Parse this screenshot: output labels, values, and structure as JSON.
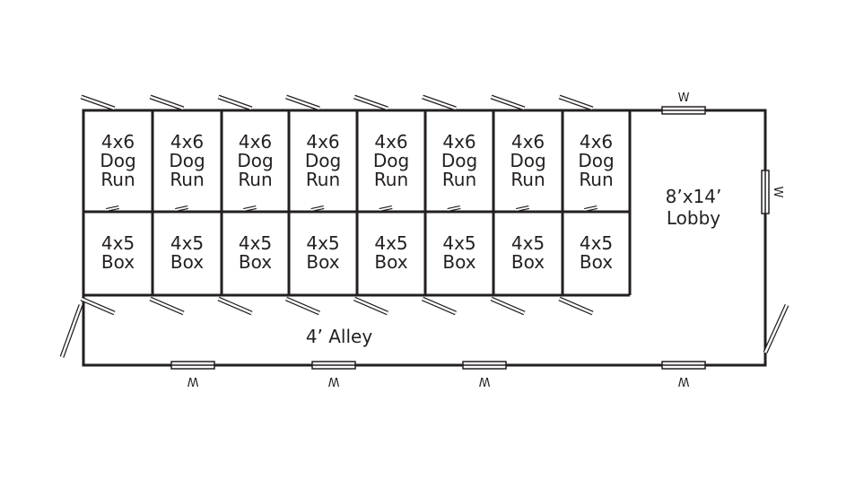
{
  "plan": {
    "runs": [
      {
        "lines": [
          "4x6",
          "Dog",
          "Run"
        ]
      },
      {
        "lines": [
          "4x6",
          "Dog",
          "Run"
        ]
      },
      {
        "lines": [
          "4x6",
          "Dog",
          "Run"
        ]
      },
      {
        "lines": [
          "4x6",
          "Dog",
          "Run"
        ]
      },
      {
        "lines": [
          "4x6",
          "Dog",
          "Run"
        ]
      },
      {
        "lines": [
          "4x6",
          "Dog",
          "Run"
        ]
      },
      {
        "lines": [
          "4x6",
          "Dog",
          "Run"
        ]
      },
      {
        "lines": [
          "4x6",
          "Dog",
          "Run"
        ]
      }
    ],
    "boxes": [
      {
        "lines": [
          "4x5",
          "Box"
        ]
      },
      {
        "lines": [
          "4x5",
          "Box"
        ]
      },
      {
        "lines": [
          "4x5",
          "Box"
        ]
      },
      {
        "lines": [
          "4x5",
          "Box"
        ]
      },
      {
        "lines": [
          "4x5",
          "Box"
        ]
      },
      {
        "lines": [
          "4x5",
          "Box"
        ]
      },
      {
        "lines": [
          "4x5",
          "Box"
        ]
      },
      {
        "lines": [
          "4x5",
          "Box"
        ]
      }
    ],
    "lobby": {
      "line1": "8’x14’",
      "line2": "Lobby"
    },
    "alley": "4’ Alley",
    "window_label": "W",
    "line_color": "#231f20",
    "fill_color": "#ffffff"
  }
}
